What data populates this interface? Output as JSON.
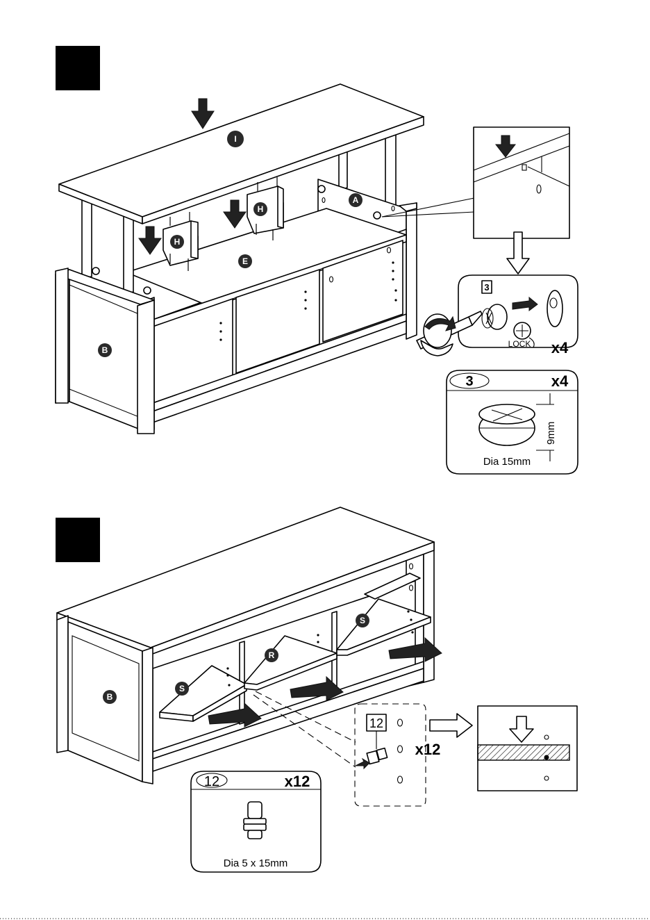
{
  "step1": {
    "parts": {
      "top": "I",
      "divider_left": "H",
      "divider_right": "H",
      "shelf": "E",
      "back_side": "A",
      "left_side": "B"
    },
    "cam_number": "3",
    "cam_qty": "x4",
    "lock_label": "LOCK",
    "spec": {
      "number": "3",
      "qty": "x4",
      "height": "9mm",
      "diameter": "Dia 15mm"
    }
  },
  "step2": {
    "parts": {
      "shelf_left": "S",
      "shelf_mid": "R",
      "shelf_right": "S",
      "left_side": "B"
    },
    "pin_number": "12",
    "pin_qty": "x12",
    "spec": {
      "number": "12",
      "qty": "x12",
      "size": "Dia 5 x 15mm"
    }
  },
  "colors": {
    "ink": "#000000",
    "label_fill": "#2a2a2a",
    "paper": "#ffffff"
  }
}
